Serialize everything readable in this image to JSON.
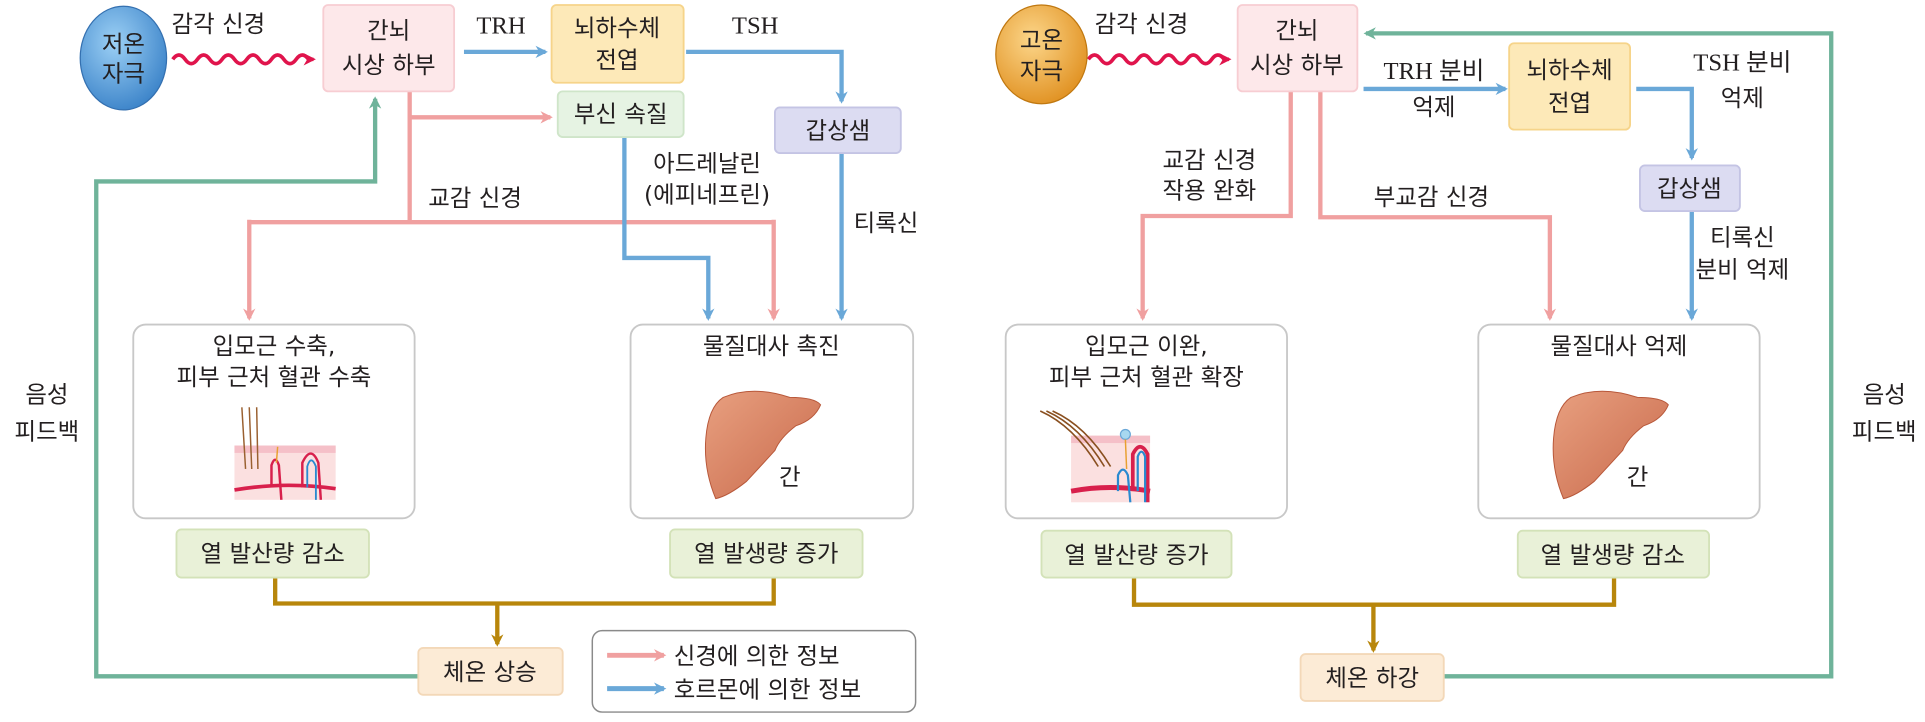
{
  "colors": {
    "nerve": "#f0a0a0",
    "hormone": "#6aa8d8",
    "feedback": "#6fb39a",
    "result": "#b8860b",
    "sensory": "#e0144c",
    "cold": "#4a90d0",
    "hot": "#e8a030"
  },
  "left": {
    "stimulus": [
      "저온",
      "자극"
    ],
    "sensory_nerve": "감각 신경",
    "hypothalamus": [
      "간뇌",
      "시상 하부"
    ],
    "trh": "TRH",
    "pituitary": [
      "뇌하수체",
      "전엽"
    ],
    "tsh": "TSH",
    "adrenal": "부신 속질",
    "thyroid": "갑상샘",
    "sympathetic": "교감 신경",
    "adrenaline": [
      "아드레날린",
      "(에피네프린)"
    ],
    "thyroxine": "티록신",
    "feedback": [
      "음성",
      "피드백"
    ],
    "skin_box": [
      "입모근 수축,",
      "피부 근처 혈관 수축"
    ],
    "metab_box": "물질대사 촉진",
    "liver_label": "간",
    "heat_loss": "열 발산량 감소",
    "heat_gen": "열 발생량 증가",
    "result": "체온 상승"
  },
  "legend": {
    "nerve": "신경에 의한 정보",
    "hormone": "호르몬에 의한 정보"
  },
  "right": {
    "stimulus": [
      "고온",
      "자극"
    ],
    "sensory_nerve": "감각 신경",
    "hypothalamus": [
      "간뇌",
      "시상 하부"
    ],
    "trh": [
      "TRH 분비",
      "억제"
    ],
    "pituitary": [
      "뇌하수체",
      "전엽"
    ],
    "tsh": [
      "TSH 분비",
      "억제"
    ],
    "thyroid": "갑상샘",
    "sympathetic": [
      "교감 신경",
      "작용 완화"
    ],
    "parasympathetic": "부교감 신경",
    "thyroxine": [
      "티록신",
      "분비 억제"
    ],
    "feedback": [
      "음성",
      "피드백"
    ],
    "skin_box": [
      "입모근 이완,",
      "피부 근처 혈관 확장"
    ],
    "metab_box": "물질대사 억제",
    "liver_label": "간",
    "heat_loss": "열 발산량 증가",
    "heat_gen": "열 발생량 감소",
    "result": "체온 하강"
  }
}
